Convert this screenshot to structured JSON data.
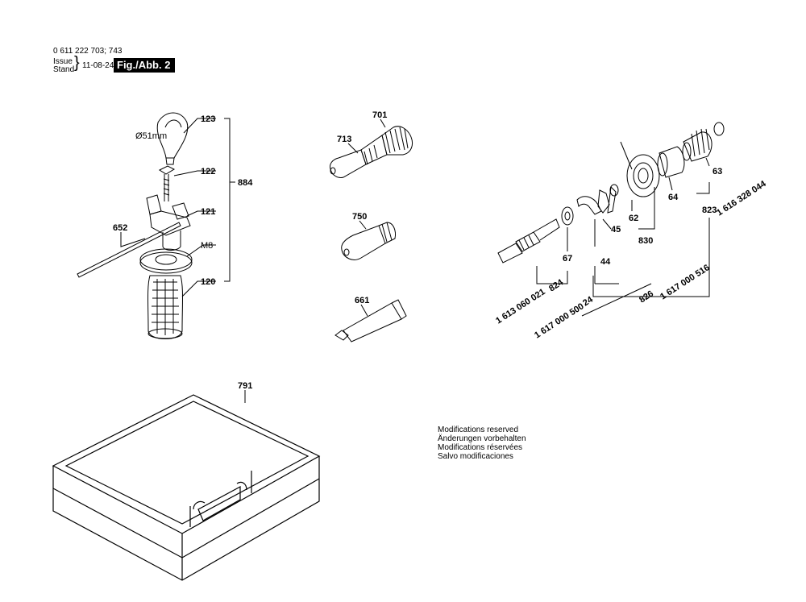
{
  "header": {
    "model_numbers": "0 611 222 703; 743",
    "issue_label": "Issue",
    "stand_label": "Stand",
    "date": "11-08-24",
    "figure_tag": "Fig./Abb. 2"
  },
  "parts": {
    "p123": "123",
    "p122": "122",
    "p121": "121",
    "p120": "120",
    "p884": "884",
    "p652": "652",
    "pM8": "M8",
    "diameter": "Ø51mm",
    "p701": "701",
    "p713": "713",
    "p750": "750",
    "p661": "661",
    "p791": "791",
    "p63": "63",
    "p64": "64",
    "p62": "62",
    "p830": "830",
    "p45": "45",
    "p44": "44",
    "p67": "67",
    "p824": "824",
    "p823": "823",
    "p826": "826",
    "n_1616328044": "1 616 328 044",
    "n_1613060021": "1 613 060 021",
    "n_1617000500": "1 617 000 500",
    "p24": "24",
    "n_1617000516": "1 617 000 516"
  },
  "notes": [
    "Modifications reserved",
    "Änderungen vorbehalten",
    "Modifications réservées",
    "Salvo modificaciones"
  ]
}
